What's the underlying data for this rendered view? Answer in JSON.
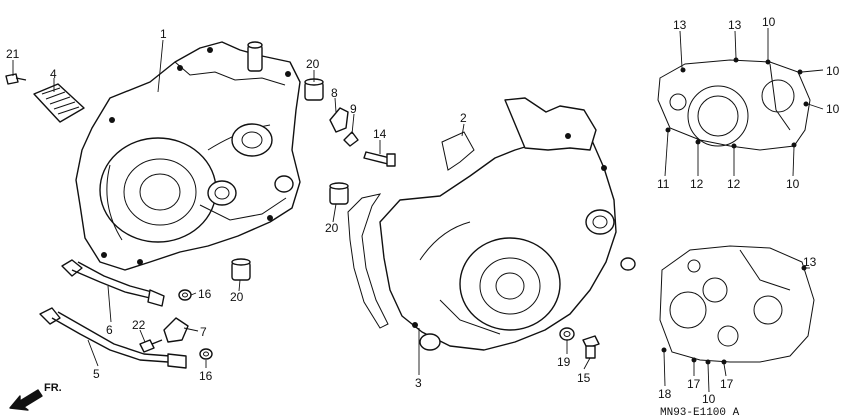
{
  "diagram_code": "MN93-E1100 A",
  "front_marker": "FR.",
  "callouts": {
    "c1": "1",
    "c2": "2",
    "c3": "3",
    "c4": "4",
    "c5": "5",
    "c6": "6",
    "c7": "7",
    "c8": "8",
    "c9": "9",
    "c14": "14",
    "c15": "15",
    "c16a": "16",
    "c16b": "16",
    "c19": "19",
    "c20a": "20",
    "c20b": "20",
    "c20c": "20",
    "c21": "21",
    "c22": "22",
    "c13a": "13",
    "c13b": "13",
    "c10a": "10",
    "c10b": "10",
    "c10c": "10",
    "c11": "11",
    "c12a": "12",
    "c12b": "12",
    "c10d": "10",
    "c13c": "13",
    "c18": "18",
    "c17a": "17",
    "c10e": "10",
    "c17b": "17"
  }
}
